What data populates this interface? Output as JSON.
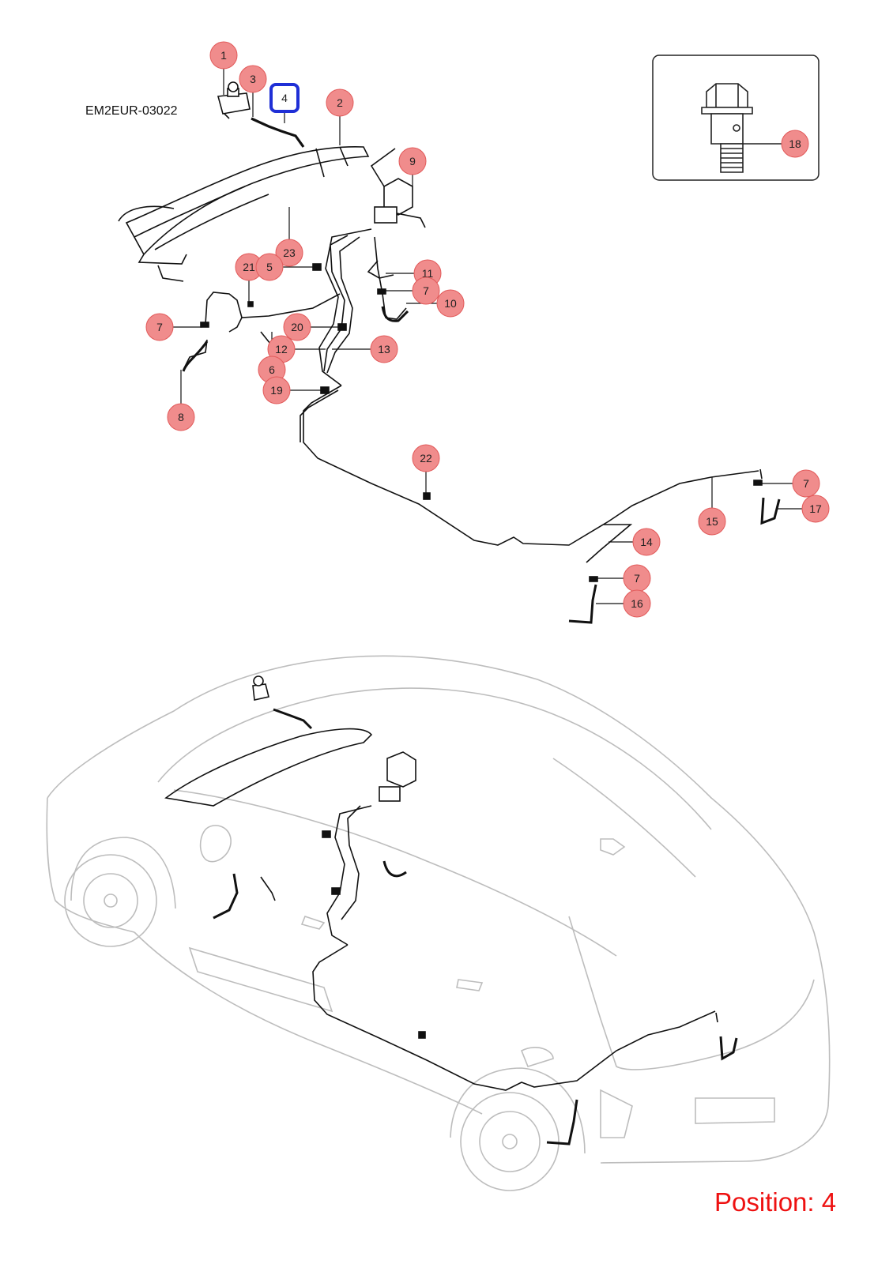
{
  "diagram": {
    "code": "EM2EUR-03022",
    "position_caption": "Position: 4",
    "selected_part": "4"
  },
  "callouts": [
    {
      "id": "c1",
      "number": "1"
    },
    {
      "id": "c3",
      "number": "3"
    },
    {
      "id": "c4",
      "number": "4"
    },
    {
      "id": "c2",
      "number": "2"
    },
    {
      "id": "c9",
      "number": "9"
    },
    {
      "id": "c23",
      "number": "23"
    },
    {
      "id": "c21",
      "number": "21"
    },
    {
      "id": "c5",
      "number": "5"
    },
    {
      "id": "c11",
      "number": "11"
    },
    {
      "id": "c7a",
      "number": "7"
    },
    {
      "id": "c10",
      "number": "10"
    },
    {
      "id": "c7b",
      "number": "7"
    },
    {
      "id": "c20",
      "number": "20"
    },
    {
      "id": "c12",
      "number": "12"
    },
    {
      "id": "c13",
      "number": "13"
    },
    {
      "id": "c6",
      "number": "6"
    },
    {
      "id": "c19",
      "number": "19"
    },
    {
      "id": "c8",
      "number": "8"
    },
    {
      "id": "c22",
      "number": "22"
    },
    {
      "id": "c7c",
      "number": "7"
    },
    {
      "id": "c17",
      "number": "17"
    },
    {
      "id": "c15",
      "number": "15"
    },
    {
      "id": "c14",
      "number": "14"
    },
    {
      "id": "c7d",
      "number": "7"
    },
    {
      "id": "c16",
      "number": "16"
    },
    {
      "id": "c18",
      "number": "18"
    }
  ],
  "colors": {
    "callout_fill": "#f08c8c",
    "callout_stroke": "#e25a5a",
    "selected_stroke": "#1f2fd6",
    "line": "#111111",
    "car_outline": "#bdbdbd",
    "caption": "#ee1111"
  }
}
